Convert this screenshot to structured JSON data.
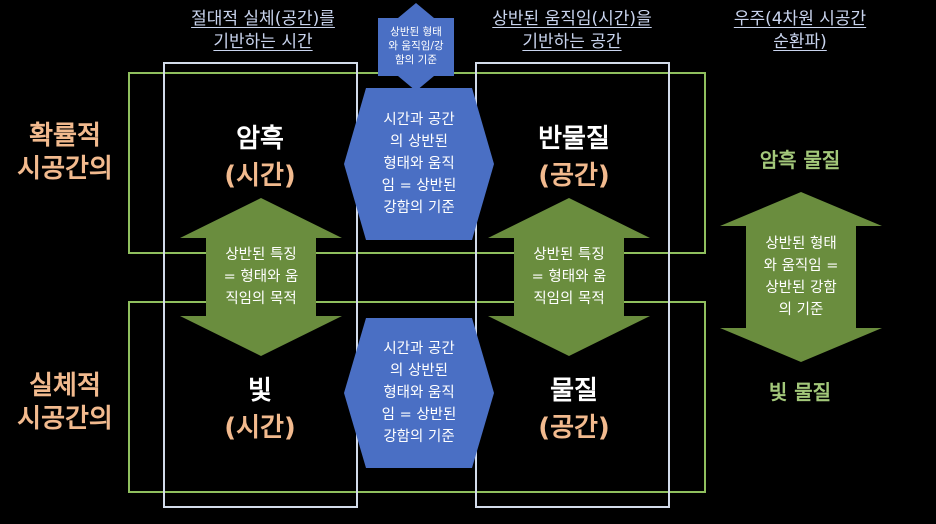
{
  "headers": {
    "absolute_line1": "절대적 실체(공간)를",
    "absolute_line2": "기반하는 시간",
    "relative_line1": "상반된 움직임(시간)을",
    "relative_line2": "기반하는 공간",
    "universe_line1": "우주(4차원 시공간",
    "universe_line2": "순환파)"
  },
  "top_arrow": {
    "line1": "상반된 형태",
    "line2": "와 움직임/강",
    "line3": "함의 기준"
  },
  "row_labels": {
    "probabilistic_line1": "확률적",
    "probabilistic_line2": "시공간의",
    "substantial_line1": "실체적",
    "substantial_line2": "시공간의"
  },
  "cells": {
    "dark": {
      "title": "암흑",
      "sub": "(시간)"
    },
    "antimatter": {
      "title": "반물질",
      "sub": "(공간)"
    },
    "light": {
      "title": "빛",
      "sub": "(시간)"
    },
    "matter": {
      "title": "물질",
      "sub": "(공간)"
    }
  },
  "blue_hexagons": {
    "upper": {
      "line1": "시간과 공간",
      "line2": "의 상반된",
      "line3": "형태와 움직",
      "line4": "임 = 상반된",
      "line5": "강함의 기준"
    },
    "lower": {
      "line1": "시간과 공간",
      "line2": "의 상반된",
      "line3": "형태와 움직",
      "line4": "임 = 상반된",
      "line5": "강함의 기준"
    }
  },
  "green_arrows": {
    "left": {
      "line1": "상반된 특징",
      "line2": "= 형태와 움",
      "line3": "직임의 목적"
    },
    "middle": {
      "line1": "상반된 특징",
      "line2": "= 형태와 움",
      "line3": "직임의 목적"
    },
    "right": {
      "line1": "상반된 형태",
      "line2": "와 움직임 =",
      "line3": "상반된 강함",
      "line4": "의 기준"
    }
  },
  "green_labels": {
    "dark_matter": "암흑 물질",
    "light_matter": "빛 물질"
  },
  "colors": {
    "background": "#000000",
    "header_text": "#c9d4ee",
    "row_label": "#f2ba8e",
    "cell_subtitle": "#f2ba8e",
    "green_label": "#a3c87a",
    "green_outline": "#8fbf5e",
    "white_outline": "#d2dbea",
    "blue_shape_fill": "#4a6fc4",
    "green_shape_fill": "#6a8d3e"
  }
}
